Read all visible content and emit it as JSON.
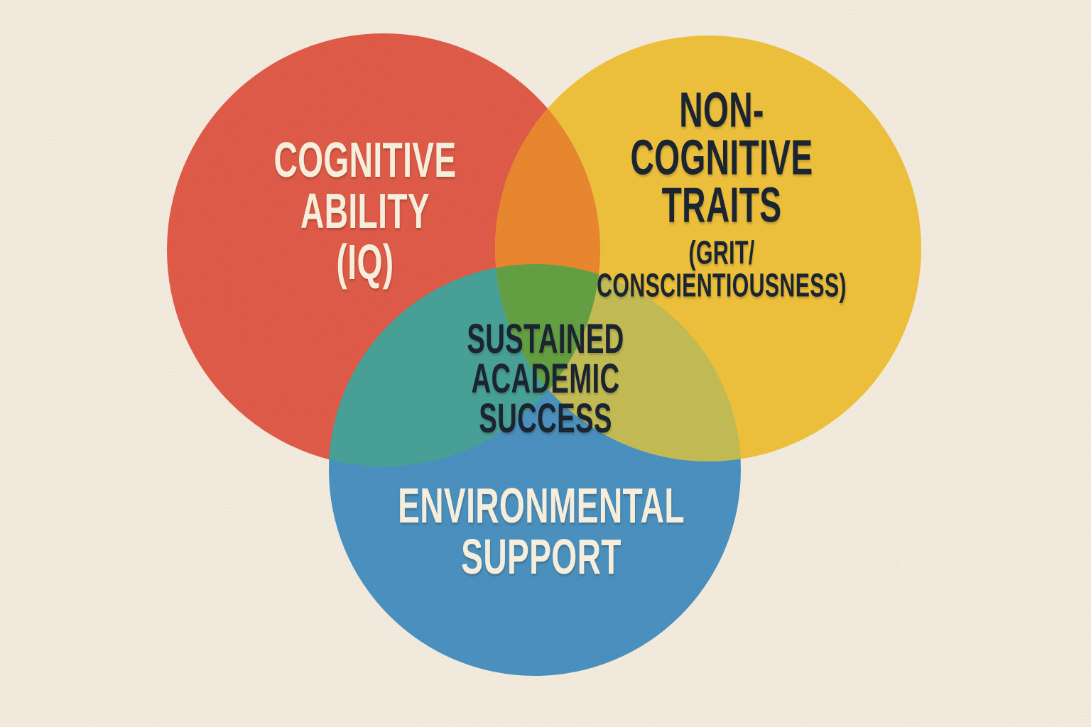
{
  "diagram": {
    "background_color": "#f8f0e2",
    "circles": [
      {
        "id": "cognitive-ability",
        "color": "#e2513d",
        "text_color": "#f6eedc",
        "label_lines": [
          "COGNITIVE",
          "ABILITY",
          "(IQ)"
        ]
      },
      {
        "id": "non-cognitive-traits",
        "color": "#f2c12f",
        "text_color": "#1b2531",
        "label_lines": [
          "NON-",
          "COGNITIVE",
          "TRAITS"
        ],
        "sub_label_lines": [
          "(GRIT/",
          "CONSCIENTIOUSNESS)"
        ]
      },
      {
        "id": "environmental-support",
        "color": "#3e8cc0",
        "text_color": "#f6eedc",
        "label_lines": [
          "ENVIRONMENTAL",
          "SUPPORT"
        ]
      }
    ],
    "overlaps": {
      "cognitive_noncognitive_color": "#ec8120",
      "cognitive_environment_color": "#3b9e93",
      "noncognitive_environment_color": "#c3bc4a",
      "center_color": "#5a9c36"
    },
    "center_label": {
      "lines": [
        "SUSTAINED",
        "ACADEMIC",
        "SUCCESS"
      ],
      "text_color": "#1b2531"
    }
  }
}
